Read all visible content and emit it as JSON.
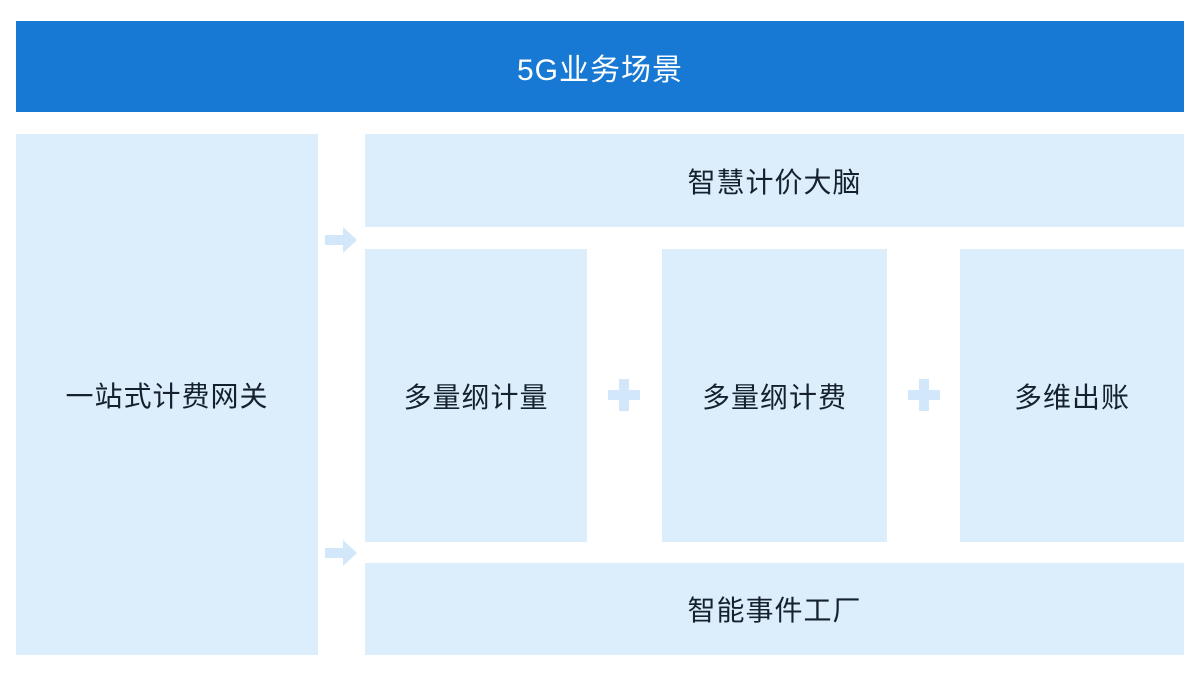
{
  "colors": {
    "header_blue": "#1779d3",
    "box_light_blue": "#dceefc",
    "connector_blue": "#d2e8fa",
    "text_dark": "#15222e",
    "header_text": "#ffffff",
    "page_bg": "#ffffff"
  },
  "header": {
    "title": "5G业务场景"
  },
  "diagram": {
    "left_box": {
      "label": "一站式计费网关"
    },
    "top_box": {
      "label": "智慧计价大脑"
    },
    "middle_row": {
      "boxes": [
        {
          "label": "多量纲计量"
        },
        {
          "label": "多量纲计费"
        },
        {
          "label": "多维出账"
        }
      ],
      "plus_symbol": "+"
    },
    "bottom_box": {
      "label": "智能事件工厂"
    },
    "icons": {
      "arrow": "arrow-right-icon",
      "plus": "plus-icon"
    }
  }
}
